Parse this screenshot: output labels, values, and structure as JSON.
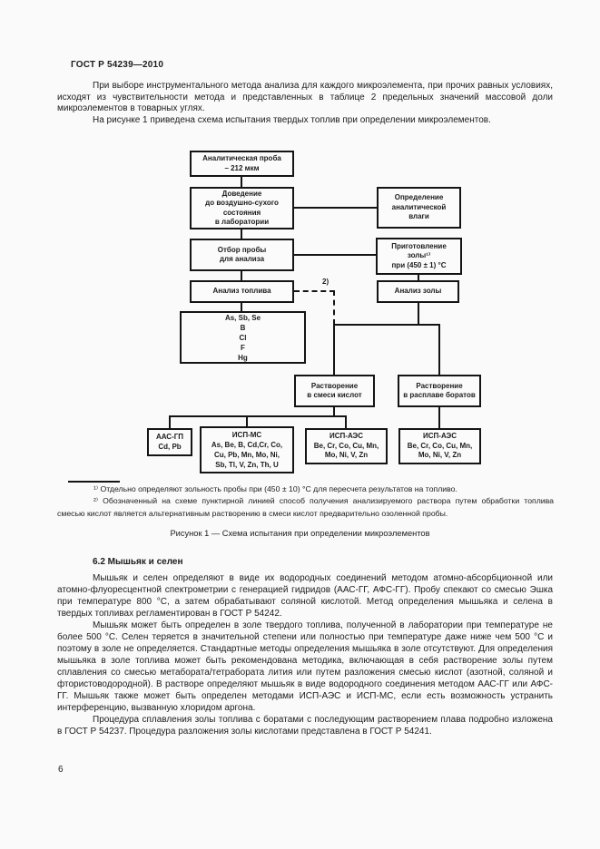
{
  "header": {
    "title": "ГОСТ Р 54239—2010"
  },
  "page_number": "6",
  "intro": {
    "p1": "При выборе инструментального метода анализа для каждого микроэлемента, при прочих равных условиях, исходят из чувствительности метода и представленных в таблице 2 предельных значений массовой доли микроэлементов в товарных углях.",
    "p2": "На рисунке 1 приведена схема испытания твердых топлив при определении микроэлементов."
  },
  "figure": {
    "boxes": {
      "analytical_sample": "Аналитическая проба\n– 212 мкм",
      "air_drying": "Доведение\nдо воздушно-сухого\nсостояния\nв лаборатории",
      "moisture_determination": "Определение\nаналитической\nвлаги",
      "sampling": "Отбор пробы\nдля анализа",
      "ash_preparation": "Приготовление\nзолы¹⁾\nпри (450 ± 1) °С",
      "fuel_analysis": "Анализ топлива",
      "ash_analysis": "Анализ золы",
      "fuel_elements": "As, Sb, Se\nB\nCl\nF\nHg",
      "acid_dissolution": "Растворение\nв смеси кислот",
      "borate_dissolution": "Растворение\nв расплаве боратов",
      "aas_gp": "ААС-ГП\nCd, Pb",
      "icp_ms": "ИСП-МС\nAs, Be, B, Cd,Cr, Co,\nCu, Pb, Mn, Mo, Ni,\nSb, Tl, V, Zn, Th, U",
      "icp_aes_left": "ИСП-АЭС\nBe, Cr, Co, Cu, Mn,\nMo, Ni, V, Zn",
      "icp_aes_right": "ИСП-АЭС\nBe, Cr, Co, Cu, Mn,\nMo, Ni, V, Zn"
    },
    "dashed_label": "2)",
    "footnotes": {
      "fn1": "¹⁾ Отдельно определяют зольность пробы при (450 ± 10) °С для пересчета результатов на топливо.",
      "fn2": "²⁾ Обозначенный на схеме пунктирной линией способ получения анализируемого раствора путем обработки топлива смесью кислот является альтернативным растворению в смеси кислот предварительно озоленной пробы."
    },
    "caption": "Рисунок 1 — Схема испытания при определении микроэлементов"
  },
  "section": {
    "heading": "6.2 Мышьяк и селен",
    "p1": "Мышьяк и селен определяют в виде их водородных соединений методом атомно-абсорбционной или атомно-флуоресцентной спектрометрии с генерацией гидридов (ААС-ГГ, АФС-ГГ). Пробу спекают со смесью Эшка при температуре 800 °С, а затем обрабатывают соляной кислотой. Метод определения мышьяка и селена в твердых топливах регламентирован в ГОСТ Р 54242.",
    "p2": "Мышьяк может быть определен в золе твердого топлива, полученной в лаборатории при температуре не более 500 °С. Селен теряется в значительной степени или полностью при температуре даже ниже чем 500 °С и поэтому в золе не определяется. Стандартные методы определения мышьяка в золе отсутствуют. Для определения мышьяка в золе топлива может быть рекомендована методика, включающая в себя растворение золы путем сплавления со смесью метабората/тетрабората лития или путем разложения смесью кислот (азотной, соляной и фтористоводородной). В растворе определяют мышьяк в виде водородного соединения методом ААС-ГГ или АФС-ГГ. Мышьяк также может быть определен методами ИСП-АЭС и ИСП-МС, если есть возможность устранить интерференцию, вызванную хлоридом аргона.",
    "p3": "Процедура сплавления золы топлива с боратами с последующим растворением плава подробно изложена в ГОСТ Р 54237. Процедура разложения золы кислотами представлена в ГОСТ Р 54241."
  }
}
